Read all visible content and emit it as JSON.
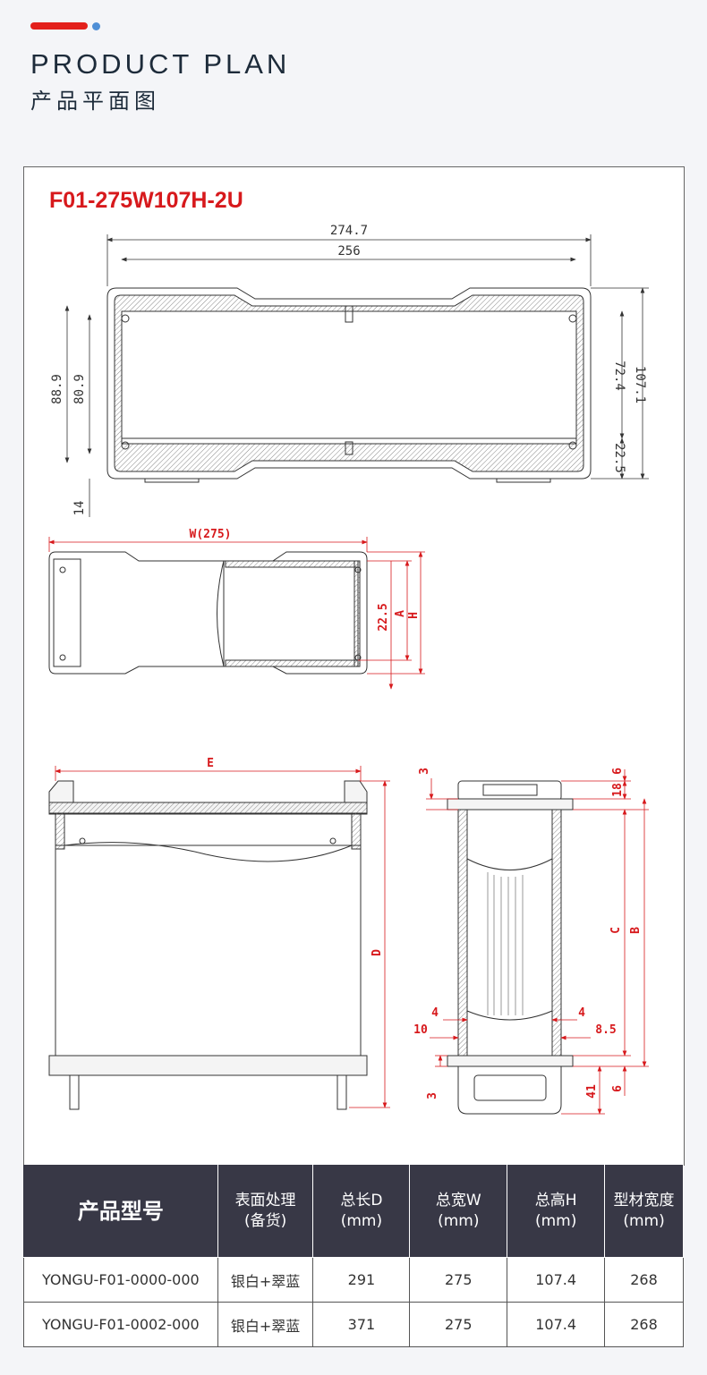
{
  "header": {
    "title_en": "PRODUCT PLAN",
    "title_cn": "产品平面图"
  },
  "model": "F01-275W107H-2U",
  "drawing_top": {
    "dims": {
      "overall_width": "274.7",
      "inner_width": "256",
      "height_outer": "88.9",
      "height_inner": "80.9",
      "foot": "14",
      "right_inner": "72.4",
      "right_total": "107.1",
      "right_bottom": "22.5"
    }
  },
  "drawing_mid": {
    "dims": {
      "width": "W(275)",
      "height_a": "22.5",
      "a": "A",
      "h": "H"
    }
  },
  "drawing_front": {
    "dims": {
      "e": "E",
      "d": "D"
    }
  },
  "drawing_side": {
    "dims": {
      "top_3": "3",
      "top_18": "18",
      "top_6": "6",
      "c": "C",
      "b": "B",
      "left_4": "4",
      "left_10": "10",
      "right_4": "4",
      "right_8_5": "8.5",
      "bottom_3": "3",
      "bottom_41": "41",
      "bottom_6": "6"
    }
  },
  "table": {
    "headers": [
      {
        "l1": "产品型号",
        "l2": ""
      },
      {
        "l1": "表面处理",
        "l2": "(备货)"
      },
      {
        "l1": "总长D",
        "l2": "(mm)"
      },
      {
        "l1": "总宽W",
        "l2": "(mm)"
      },
      {
        "l1": "总高H",
        "l2": "(mm)"
      },
      {
        "l1": "型材宽度",
        "l2": "(mm)"
      }
    ],
    "rows": [
      [
        "YONGU-F01-0000-000",
        "银白+翠蓝",
        "291",
        "275",
        "107.4",
        "268"
      ],
      [
        "YONGU-F01-0002-000",
        "银白+翠蓝",
        "371",
        "275",
        "107.4",
        "268"
      ]
    ]
  },
  "colors": {
    "accent_red": "#e3201b",
    "accent_blue": "#4f8fd6",
    "header_bg": "#383846",
    "dim_red": "#d7191c"
  }
}
